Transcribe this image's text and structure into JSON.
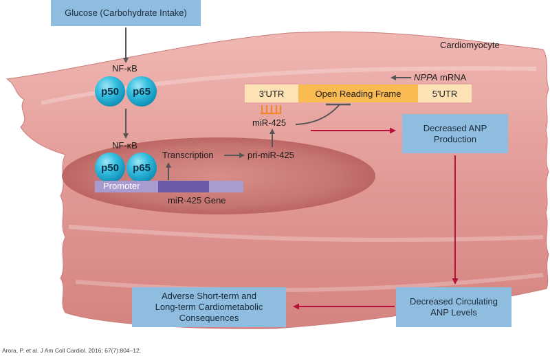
{
  "colors": {
    "cell_fill": "#e39a9a",
    "nucleus": "#b86060",
    "box_blue": "#8fbde0",
    "arrow_gray": "#555555",
    "arrow_red": "#b5123a",
    "protein_teal": "#1aa6cf",
    "promoter": "#a79bd0",
    "gene": "#6a5aa8",
    "utr_light": "#fce2b4",
    "orf_orange": "#f9bb52",
    "mirna_orange": "#f0882a"
  },
  "boxes": {
    "glucose": "Glucose (Carbohydrate Intake)",
    "anp_production_1": "Decreased ANP",
    "anp_production_2": "Production",
    "anp_levels_1": "Decreased Circulating",
    "anp_levels_2": "ANP Levels",
    "adverse_1": "Adverse Short-term and",
    "adverse_2": "Long-term Cardiometabolic",
    "adverse_3": "Consequences"
  },
  "labels": {
    "cardiomyocyte": "Cardiomyocyte",
    "nfkb_top": "NF-κB",
    "nfkb_bottom": "NF-κB",
    "p50": "p50",
    "p65": "p65",
    "transcription": "Transcription",
    "pri_mir": "pri-miR-425",
    "mir": "miR-425",
    "promoter": "Promoter",
    "gene": "miR-425 Gene",
    "nppa_italic": "NPPA",
    "nppa_rest": " mRNA",
    "utr3": "3'UTR",
    "orf": "Open Reading Frame",
    "utr5": "5'UTR"
  },
  "citation": "Arora, P. et al. J Am Coll Cardiol. 2016; 67(7):804–12."
}
